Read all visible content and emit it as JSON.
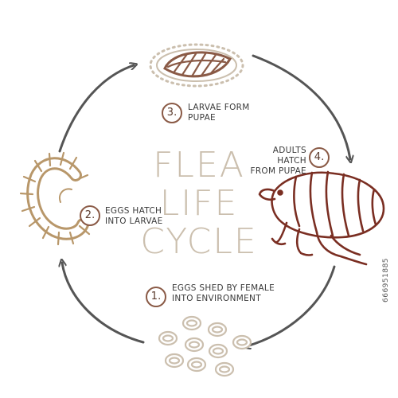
{
  "title": {
    "line1": "FLEA",
    "line2": "LIFE",
    "line3": "CYCLE"
  },
  "stages": [
    {
      "number": "1.",
      "line1": "EGGS SHED BY FEMALE",
      "line2": "INTO ENVIRONMENT"
    },
    {
      "number": "2.",
      "line1": "EGGS HATCH",
      "line2": "INTO LARVAE"
    },
    {
      "number": "3.",
      "line1": "LARVAE FORM",
      "line2": "PUPAE"
    },
    {
      "number": "4.",
      "line1": "ADULTS HATCH",
      "line2": "FROM PUPAE"
    }
  ],
  "stock_id": "666951885",
  "colors": {
    "flea": "#7a2e22",
    "larva": "#b8976a",
    "pupa": "#8a5a46",
    "egg": "#cbbfae",
    "arrow": "#555555",
    "title": "#cbbfae"
  },
  "icons": [
    "egg-cluster-icon",
    "larva-icon",
    "pupa-icon",
    "flea-icon",
    "cycle-arrow-icon"
  ]
}
